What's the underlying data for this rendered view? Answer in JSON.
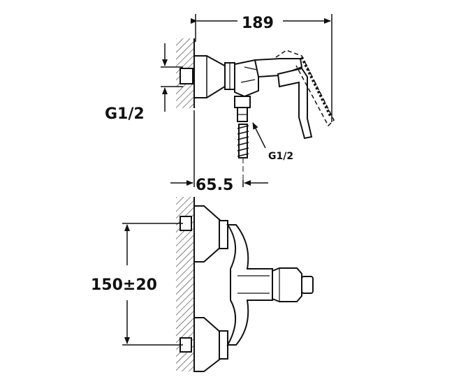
{
  "dimensions": {
    "width_overall": "189",
    "inlet_thread": "G1/2",
    "outlet_thread": "G1/2",
    "outlet_offset": "65.5",
    "center_distance": "150±20"
  }
}
